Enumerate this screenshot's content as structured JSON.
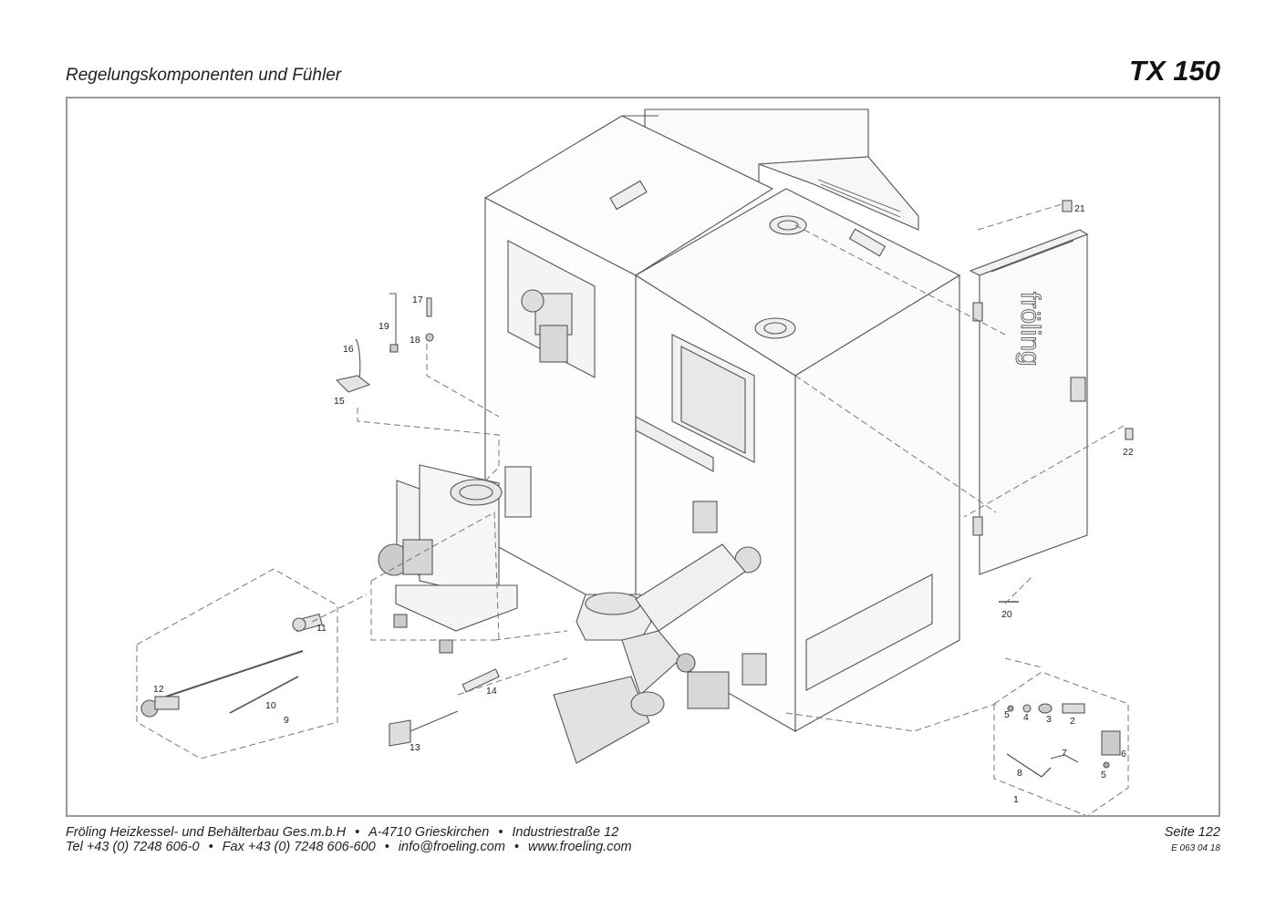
{
  "header": {
    "title": "Regelungskomponenten und Fühler",
    "model": "TX 150"
  },
  "diagram": {
    "brand_text": "fröling",
    "part_numbers": [
      "1",
      "2",
      "3",
      "4",
      "5",
      "5",
      "6",
      "7",
      "8",
      "9",
      "10",
      "11",
      "12",
      "13",
      "14",
      "15",
      "16",
      "17",
      "18",
      "19",
      "20",
      "21",
      "22"
    ]
  },
  "footer": {
    "company": "Fröling Heizkessel- und Behälterbau Ges.m.b.H",
    "address": "A-4710 Grieskirchen",
    "street": "Industriestraße 12",
    "tel": "Tel +43 (0) 7248 606-0",
    "fax": "Fax +43 (0) 7248 606-600",
    "email": "info@froeling.com",
    "web": "www.froeling.com",
    "page": "Seite 122",
    "doc_code": "E 063 04 18"
  }
}
